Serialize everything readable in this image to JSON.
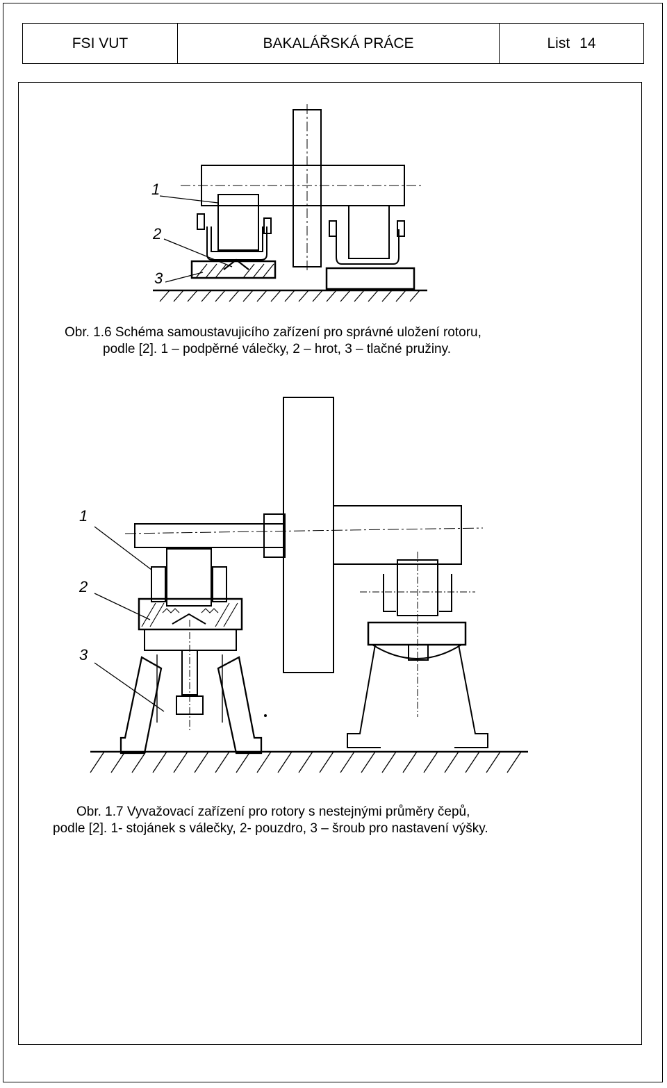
{
  "header": {
    "institution": "FSI VUT",
    "title": "BAKALÁŘSKÁ PRÁCE",
    "list_label": "List",
    "list_number": "14"
  },
  "figure1": {
    "callouts": [
      "1",
      "2",
      "3"
    ],
    "caption_line1": "Obr. 1.6 Schéma samoustavujicího zařízení pro správné uložení rotoru,",
    "caption_line2": "podle [2]. 1 – podpěrné válečky, 2 – hrot, 3 – tlačné pružiny."
  },
  "figure2": {
    "callouts": [
      "1",
      "2",
      "3"
    ],
    "caption_line1": "Obr. 1.7 Vyvažovací zařízení pro rotory s nestejnými průměry čepů,",
    "caption_line2": "podle [2]. 1- stojánek s válečky, 2- pouzdro, 3 – šroub pro nastavení výšky."
  }
}
